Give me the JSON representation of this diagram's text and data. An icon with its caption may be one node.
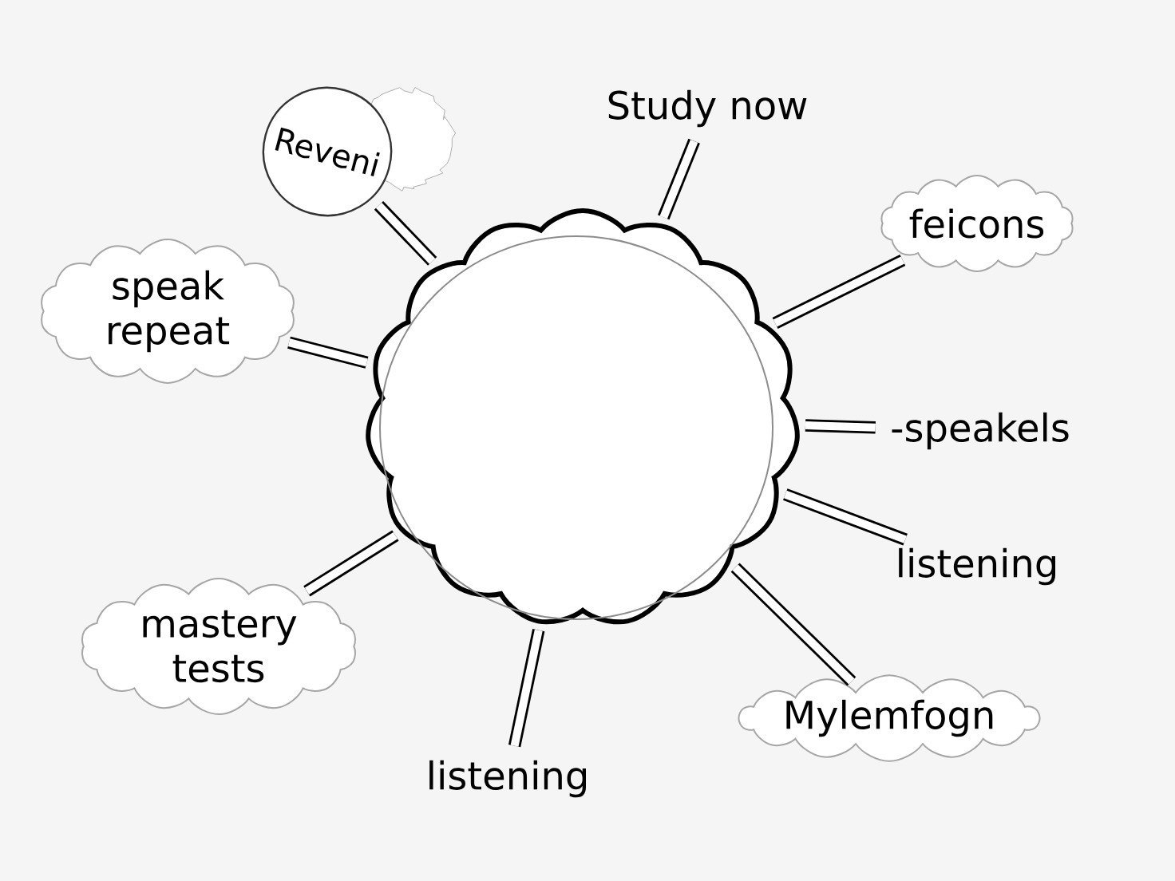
{
  "diagram": {
    "nodes": [
      {
        "text": [],
        "shape": "cloud"
      },
      {
        "text": [
          "Reveni"
        ]
      },
      {
        "text": [
          "Study now"
        ]
      },
      {
        "text": [
          "feicons"
        ]
      },
      {
        "text": [
          "speak repeat"
        ]
      },
      {
        "text": [
          "-speakels"
        ]
      },
      {
        "text": [
          "listening"
        ]
      },
      {
        "text": [
          "mastery tests"
        ]
      },
      {
        "text": [
          "Mylemfogn"
        ]
      },
      {
        "text": [
          "listening"
        ]
      }
    ],
    "edges": [
      {
        "from": 0,
        "to": 1,
        "arrow": "none"
      },
      {
        "from": 0,
        "to": 2,
        "arrow": "none"
      },
      {
        "from": 0,
        "to": 3,
        "arrow": "none"
      },
      {
        "from": 0,
        "to": 4,
        "arrow": "none"
      },
      {
        "from": 0,
        "to": 5,
        "arrow": "none"
      },
      {
        "from": 0,
        "to": 6,
        "arrow": "none"
      },
      {
        "from": 0,
        "to": 7,
        "arrow": "none"
      },
      {
        "from": 0,
        "to": 8,
        "arrow": "none"
      },
      {
        "from": 0,
        "to": 9,
        "arrow": "none"
      }
    ]
  }
}
